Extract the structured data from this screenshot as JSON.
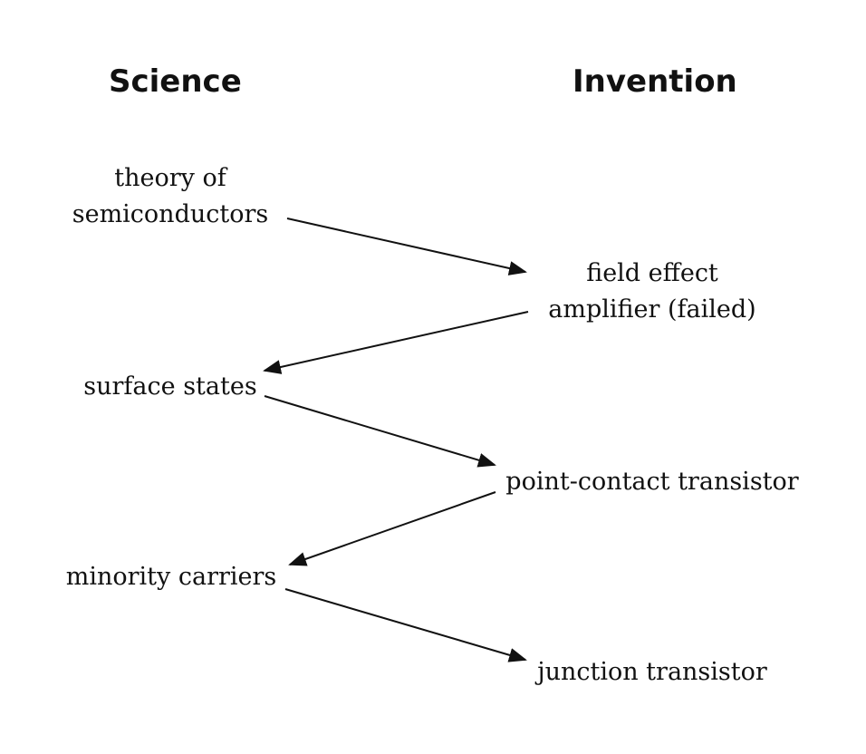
{
  "headings": {
    "science": "Science",
    "invention": "Invention"
  },
  "nodes": {
    "theory": {
      "lines": [
        "theory of",
        "semiconductors"
      ],
      "column": "science"
    },
    "field_effect": {
      "lines": [
        "field effect",
        "amplifier (failed)"
      ],
      "column": "invention"
    },
    "surface_states": {
      "lines": [
        "surface states"
      ],
      "column": "science"
    },
    "point_contact": {
      "lines": [
        "point-contact transistor"
      ],
      "column": "invention"
    },
    "minority_carriers": {
      "lines": [
        "minority carriers"
      ],
      "column": "science"
    },
    "junction": {
      "lines": [
        "junction transistor"
      ],
      "column": "invention"
    }
  },
  "edges": [
    {
      "from": "theory",
      "to": "field_effect"
    },
    {
      "from": "field_effect",
      "to": "surface_states"
    },
    {
      "from": "surface_states",
      "to": "point_contact"
    },
    {
      "from": "point_contact",
      "to": "minority_carriers"
    },
    {
      "from": "minority_carriers",
      "to": "junction"
    }
  ],
  "colors": {
    "ink": "#111111",
    "background": "#ffffff"
  }
}
